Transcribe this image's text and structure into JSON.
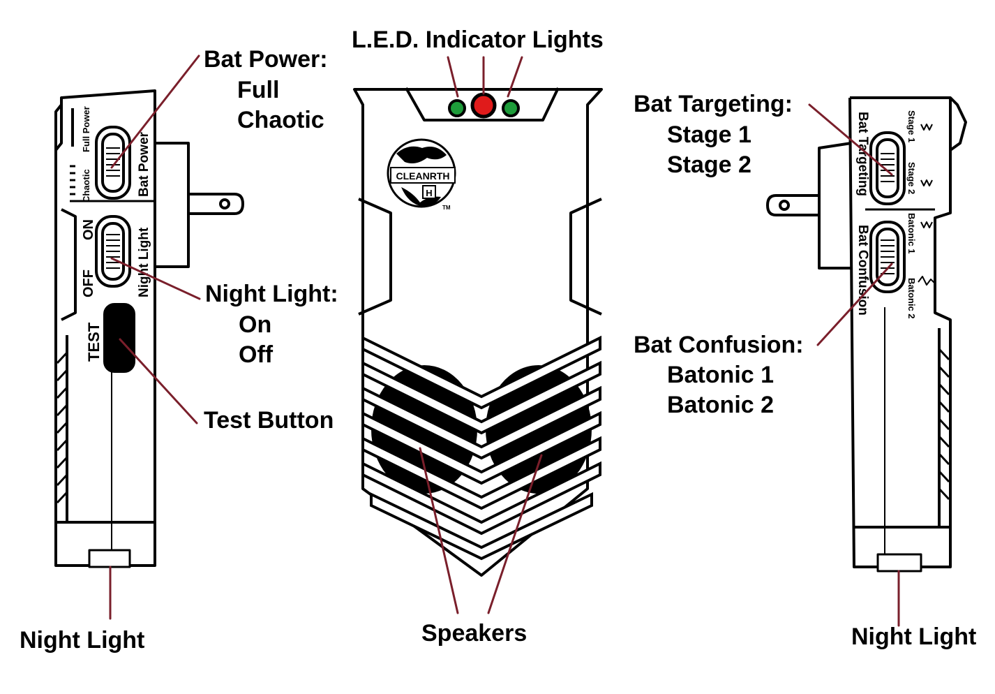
{
  "callouts": {
    "led": {
      "title": "L.E.D. Indicator Lights"
    },
    "bat_power": {
      "title": "Bat Power:",
      "options": [
        "Full",
        "Chaotic"
      ]
    },
    "night_light_switch": {
      "title": "Night Light:",
      "options": [
        "On",
        "Off"
      ]
    },
    "test_button": {
      "title": "Test Button"
    },
    "bat_targeting": {
      "title": "Bat Targeting:",
      "options": [
        "Stage 1",
        "Stage 2"
      ]
    },
    "bat_confusion": {
      "title": "Bat Confusion:",
      "options": [
        "Batonic 1",
        "Batonic 2"
      ]
    },
    "speakers": {
      "title": "Speakers"
    },
    "night_light_left": {
      "title": "Night Light"
    },
    "night_light_right": {
      "title": "Night Light"
    }
  },
  "device_left": {
    "full_power": "Full Power",
    "chaotic": "Chaotic",
    "bat_power": "Bat Power",
    "on": "ON",
    "off": "OFF",
    "night_light": "Night Light",
    "test": "TEST"
  },
  "device_front": {
    "logo_text": "CLEANRTH",
    "logo_badge": "H",
    "tm": "TM"
  },
  "device_right": {
    "bat_targeting": "Bat Targeting",
    "bat_confusion": "Bat Confusion",
    "stage1": "Stage 1",
    "stage2": "Stage 2",
    "batonic1": "Batonic 1",
    "batonic2": "Batonic 2"
  },
  "colors": {
    "leader": "#7a1f2b",
    "led_green": "#1e9c3a",
    "led_red": "#e01b1b",
    "outline": "#000000"
  }
}
